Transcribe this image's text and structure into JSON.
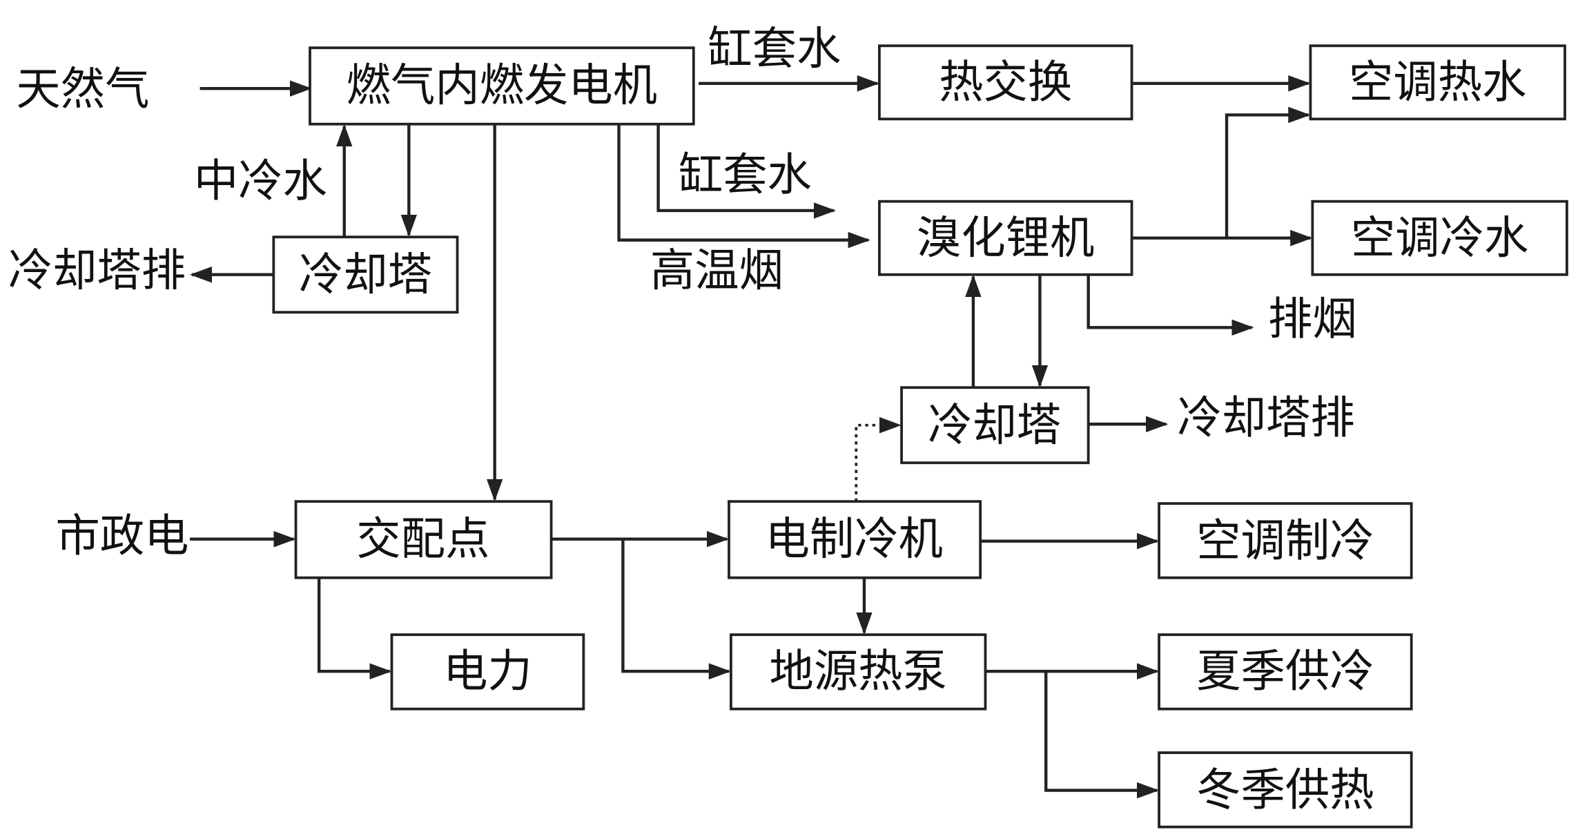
{
  "diagram": {
    "nodes": {
      "generator": "燃气内燃发电机",
      "heat_exchange": "热交换",
      "ac_hot_water": "空调热水",
      "cooling_tower_left": "冷却塔",
      "libr_chiller": "溴化锂机",
      "ac_chilled_water": "空调冷水",
      "cooling_tower_mid": "冷却塔",
      "distribution_point": "交配点",
      "electric_chiller": "电制冷机",
      "ac_cooling": "空调制冷",
      "power": "电力",
      "ground_source_heat_pump": "地源热泵",
      "summer_cooling": "夏季供冷",
      "winter_heating": "冬季供热"
    },
    "labels": {
      "natural_gas": "天然气",
      "jacket_water_top": "缸套水",
      "intercooler_water": "中冷水",
      "cooling_tower_discharge_left": "冷却塔排",
      "jacket_water_lower": "缸套水",
      "high_temp_flue_gas": "高温烟",
      "exhaust_flue_gas": "排烟",
      "cooling_tower_discharge_right": "冷却塔排",
      "municipal_power": "市政电"
    }
  },
  "colors": {
    "ink": "#222222",
    "paper": "#ffffff"
  }
}
